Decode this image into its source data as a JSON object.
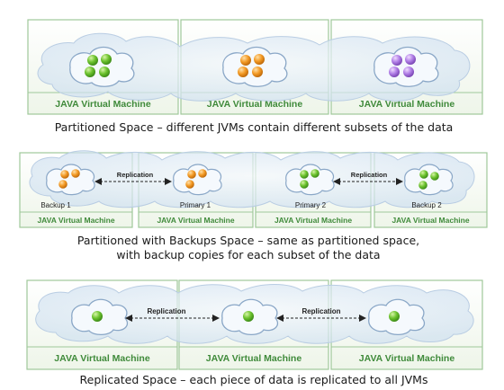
{
  "colors": {
    "jvm_fill": "#f3f8ef",
    "jvm_border": "#9fc89a",
    "jvm_label": "#3f8a3a",
    "cloud_fill": "#e3eef8",
    "cloud_edge": "#b9cde3",
    "green": "#5fb829",
    "orange": "#f08f1e",
    "purple": "#a874dc"
  },
  "section1": {
    "caption": "Partitioned Space – different JVMs contain different subsets of the data",
    "jvms": [
      {
        "label": "JAVA Virtual Machine",
        "data_color": "green"
      },
      {
        "label": "JAVA Virtual Machine",
        "data_color": "orange"
      },
      {
        "label": "JAVA Virtual Machine",
        "data_color": "purple"
      }
    ]
  },
  "section2": {
    "caption_line1": "Partitioned with Backups Space – same as partitioned space,",
    "caption_line2": "with backup copies for each subset of the data",
    "replication_label": "Replication",
    "jvms": [
      {
        "label": "JAVA Virtual Machine",
        "name": "Backup 1",
        "data_color": "orange"
      },
      {
        "label": "JAVA Virtual Machine",
        "name": "Primary 1",
        "data_color": "orange"
      },
      {
        "label": "JAVA Virtual Machine",
        "name": "Primary 2",
        "data_color": "green"
      },
      {
        "label": "JAVA Virtual Machine",
        "name": "Backup 2",
        "data_color": "green"
      }
    ]
  },
  "section3": {
    "caption": "Replicated Space – each piece of data is replicated to all JVMs",
    "replication_label": "Replication",
    "jvms": [
      {
        "label": "JAVA Virtual Machine",
        "data_color": "green"
      },
      {
        "label": "JAVA Virtual Machine",
        "data_color": "green"
      },
      {
        "label": "JAVA Virtual Machine",
        "data_color": "green"
      }
    ]
  }
}
